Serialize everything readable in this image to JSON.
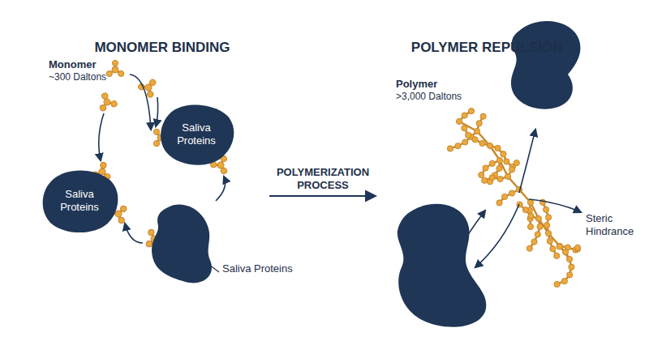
{
  "diagram": {
    "nodes": [
      {
        "text": [
          "Saliva Proteins"
        ]
      },
      {
        "text": [
          "Saliva Proteins"
        ]
      },
      {
        "text": [
          "Saliva Proteins"
        ]
      }
    ],
    "labels": [
      "MONOMER BINDING",
      "POLYMER REPULSION",
      "Monomer",
      "~300 Daltons",
      "POLYMERIZATION PROCESS",
      "Polymer",
      ">3,000 Daltons",
      "Steric Hindrance"
    ]
  }
}
